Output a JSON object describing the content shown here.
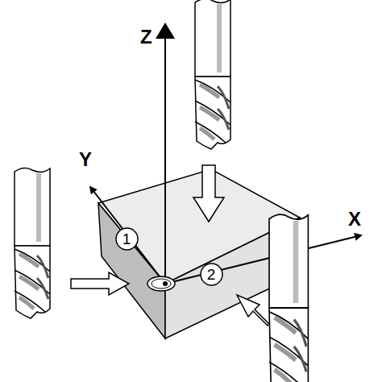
{
  "diagram": {
    "nodes": [
      {
        "text": [
          "1"
        ]
      },
      {
        "text": [
          "2"
        ]
      }
    ],
    "labels": [
      "Z",
      "Y",
      "X"
    ]
  }
}
